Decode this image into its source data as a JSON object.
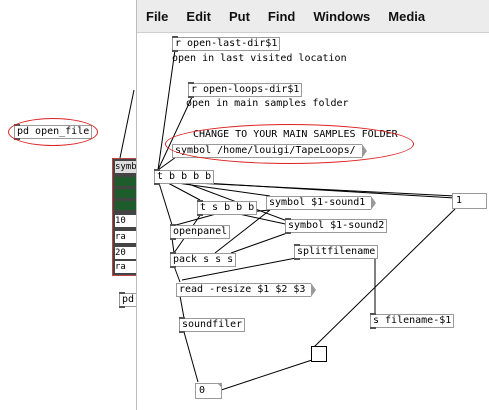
{
  "menubar": {
    "items": [
      "File",
      "Edit",
      "Put",
      "Find",
      "Windows",
      "Media"
    ]
  },
  "left": {
    "parent_object": "pd open_file",
    "lower_object": "pd",
    "subwindow": {
      "title_fragment": "symb",
      "rows": [
        "10",
        "ra",
        "20",
        "ra"
      ]
    }
  },
  "patch": {
    "receive_last_dir": "r open-last-dir$1",
    "comment_last_dir": "open in last visited location",
    "receive_loops_dir": "r open-loops-dir$1",
    "comment_loops_dir": "open in main samples folder",
    "comment_change_folder": "CHANGE TO YOUR MAIN SAMPLES FOLDER",
    "message_symbol_path": "symbol /home/louigi/TapeLoops/",
    "trigger_main": "t b b b b",
    "trigger_second": "t s b b b",
    "symbol_sound1": "symbol $1-sound1",
    "symbol_sound2": "symbol $1-sound2",
    "openpanel": "openpanel",
    "pack": "pack s s s",
    "splitfilename": "splitfilename",
    "message_read": "read -resize $1 $2 $3",
    "soundfiler": "soundfiler",
    "send_filename": "s filename-$1",
    "number_right": "1",
    "number_bottom": "0"
  },
  "colors": {
    "annotation_red": "#d22222",
    "menubar_bg": "#ececec",
    "subwindow_green": "#1f5c2c"
  }
}
